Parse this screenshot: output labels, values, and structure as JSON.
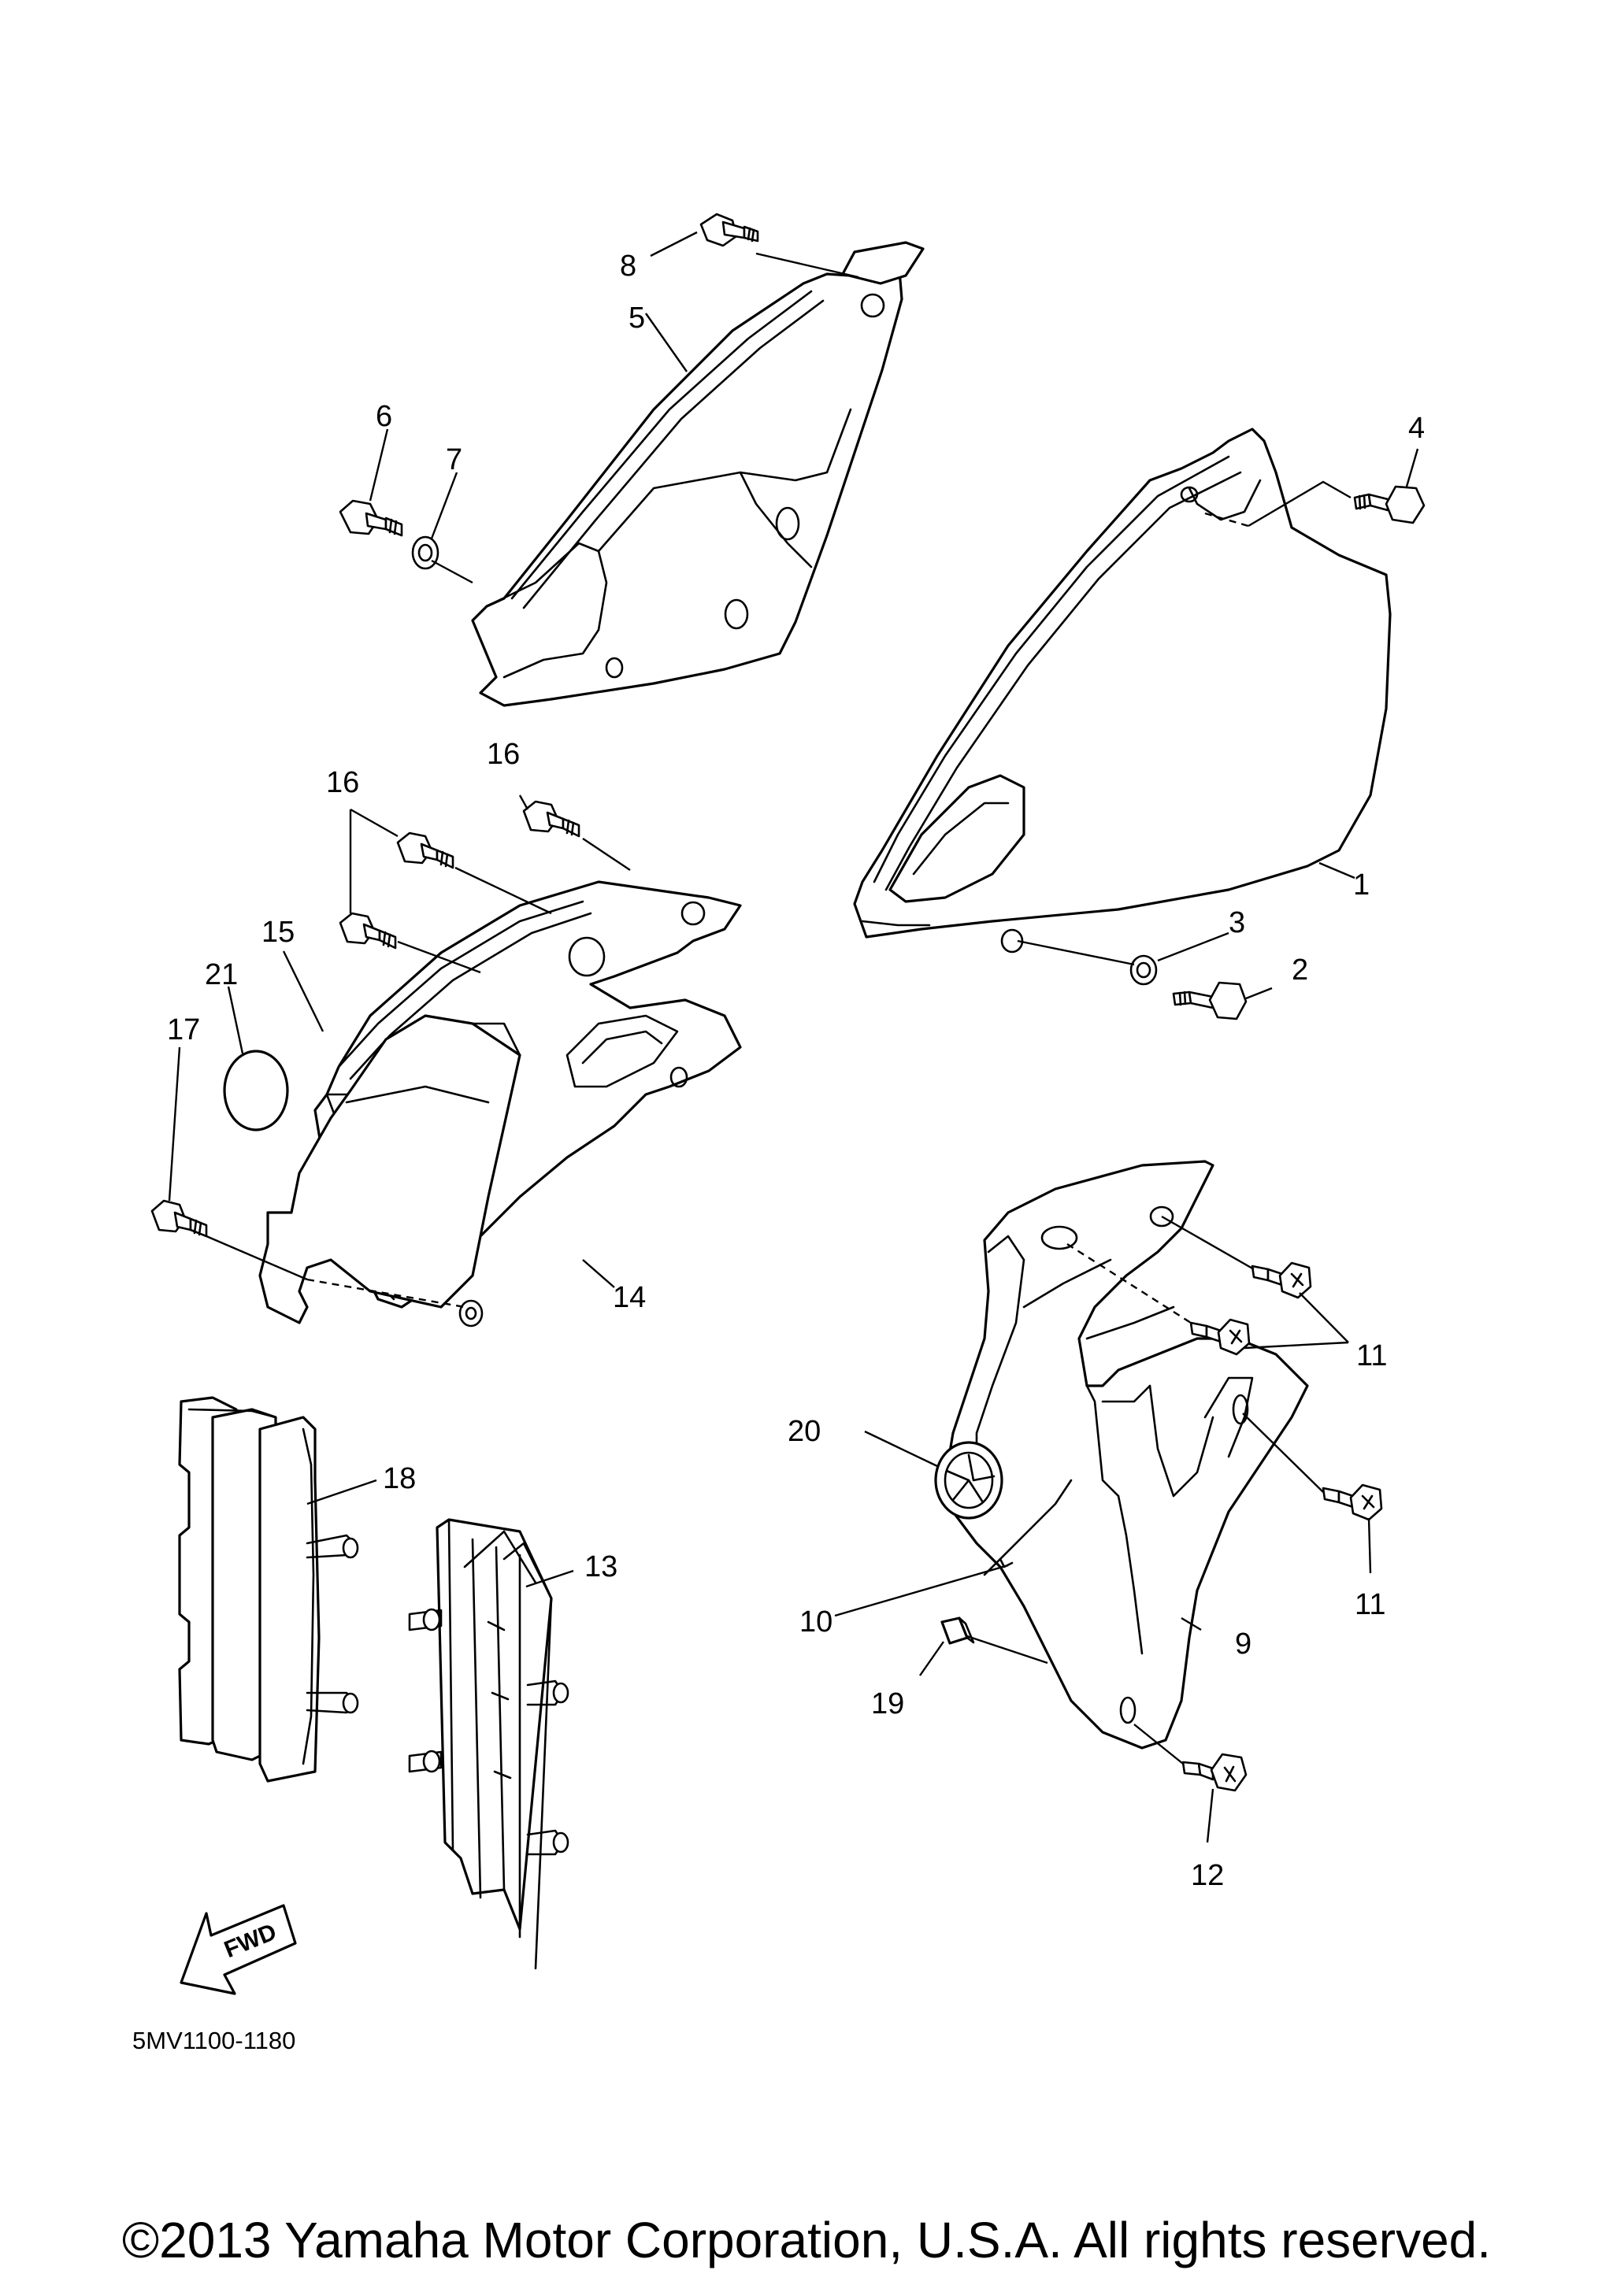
{
  "diagram": {
    "ref_code": "5MV1100-1180",
    "fwd_label": "FWD",
    "callouts": [
      {
        "id": "p1",
        "label": "1"
      },
      {
        "id": "p2",
        "label": "2"
      },
      {
        "id": "p3",
        "label": "3"
      },
      {
        "id": "p4",
        "label": "4"
      },
      {
        "id": "p5",
        "label": "5"
      },
      {
        "id": "p6",
        "label": "6"
      },
      {
        "id": "p7",
        "label": "7"
      },
      {
        "id": "p8",
        "label": "8"
      },
      {
        "id": "p9",
        "label": "9"
      },
      {
        "id": "p10",
        "label": "10"
      },
      {
        "id": "p11a",
        "label": "11"
      },
      {
        "id": "p11b",
        "label": "11"
      },
      {
        "id": "p12",
        "label": "12"
      },
      {
        "id": "p13",
        "label": "13"
      },
      {
        "id": "p14",
        "label": "14"
      },
      {
        "id": "p15",
        "label": "15"
      },
      {
        "id": "p16a",
        "label": "16"
      },
      {
        "id": "p16b",
        "label": "16"
      },
      {
        "id": "p17",
        "label": "17"
      },
      {
        "id": "p18",
        "label": "18"
      },
      {
        "id": "p19",
        "label": "19"
      },
      {
        "id": "p20",
        "label": "20"
      },
      {
        "id": "p21",
        "label": "21"
      }
    ]
  },
  "footer": {
    "copyright": "©2013 Yamaha Motor Corporation, U.S.A. All rights reserved."
  }
}
